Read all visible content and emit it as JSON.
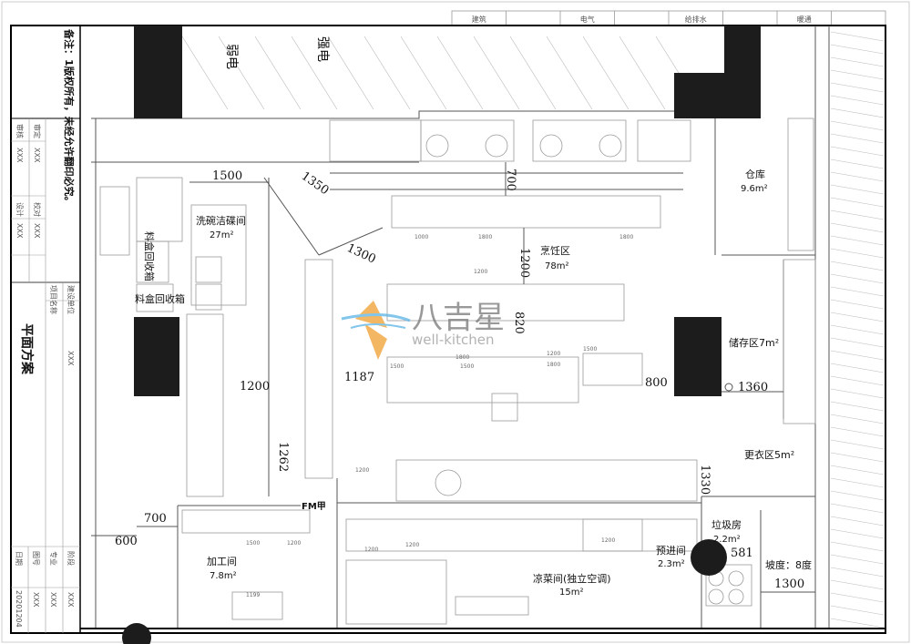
{
  "header_table": [
    "建筑",
    "",
    "电气",
    "",
    "给排水",
    "",
    "暖通",
    ""
  ],
  "title_block": {
    "note": "备注：1版权所有，未经允许翻印必究。",
    "reviewer_label": "审核",
    "reviewer": "XXX",
    "approver_label": "审定",
    "approver": "XXX",
    "designer_label": "设计",
    "designer": "XXX",
    "checker_label": "校对",
    "checker": "XXX",
    "client_label": "建设单位",
    "project_label": "项目名称",
    "project": "XXX",
    "drawing_title": "平面方案",
    "stage_label": "阶段",
    "stage": "XXX",
    "discipline_label": "专业",
    "discipline": "XXX",
    "drawing_no_label": "图号",
    "drawing_no": "XXX",
    "date_label": "日期",
    "date": "20201204"
  },
  "rooms": {
    "weak_electric": "弱电",
    "strong_electric": "强电",
    "warehouse": "仓库",
    "warehouse_area": "9.6m²",
    "dishwashing": "洗碗洁碟间",
    "dishwashing_area": "27m²",
    "bin_1": "料盒回收箱",
    "bin_2": "料盒回收箱",
    "cooking": "烹饪区",
    "cooking_area": "78m²",
    "storage": "储存区7m²",
    "changing": "更衣区5m²",
    "garbage": "垃圾房",
    "garbage_area": "2.2m²",
    "pre_entry": "预进间",
    "pre_entry_area": "2.3m²",
    "slope": "坡度：8度",
    "processing": "加工间",
    "processing_area": "7.8m²",
    "cold_dish": "凉菜间(独立空调)",
    "cold_dish_area": "15m²",
    "fire_door": "FM甲"
  },
  "dimensions": [
    "1500",
    "1350",
    "700",
    "1300",
    "1200",
    "820",
    "1187",
    "800",
    "1360",
    "1200",
    "1262",
    "1330",
    "700",
    "600",
    "581",
    "1300"
  ],
  "sub_dimensions": [
    "1000",
    "1800",
    "1800",
    "1500",
    "1800",
    "1800",
    "1500",
    "1500",
    "1200",
    "1200",
    "1200",
    "1200",
    "1200",
    "1500",
    "1200",
    "1199",
    "1200"
  ],
  "watermark": {
    "brand": "八吉星",
    "sub": "well-kitchen"
  },
  "colors": {
    "wall": "#111111",
    "pillar": "#1c1c1c",
    "watermark_orange": "#f0a030",
    "watermark_blue": "#5ab4e6"
  }
}
